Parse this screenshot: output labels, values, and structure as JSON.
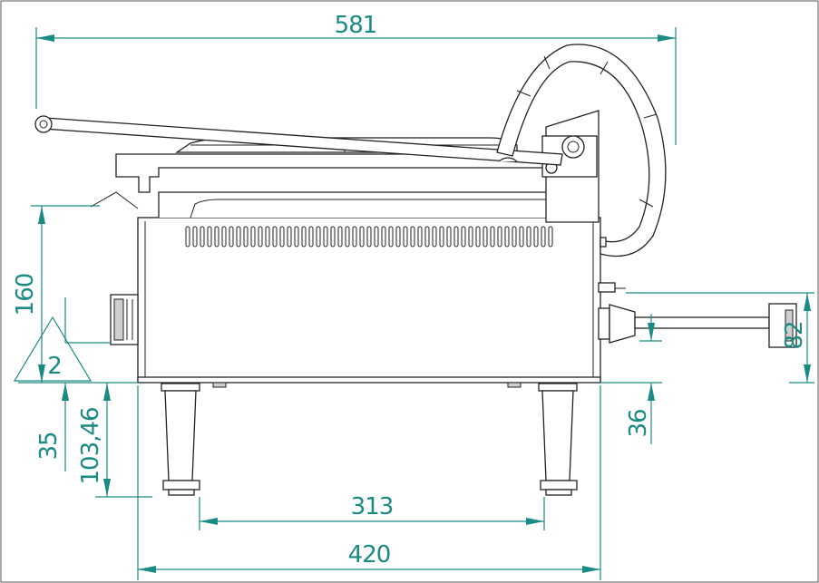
{
  "colors": {
    "dimension": "#1a8a84",
    "outline": "#222222",
    "background": "#ffffff"
  },
  "dimensions": {
    "overall_width": "581",
    "body_width": "420",
    "leg_spacing": "313",
    "body_height": "160",
    "foot_height": "35",
    "leg_height": "103,46",
    "cable_height": "36",
    "plug_height": "82",
    "slope": "2"
  }
}
